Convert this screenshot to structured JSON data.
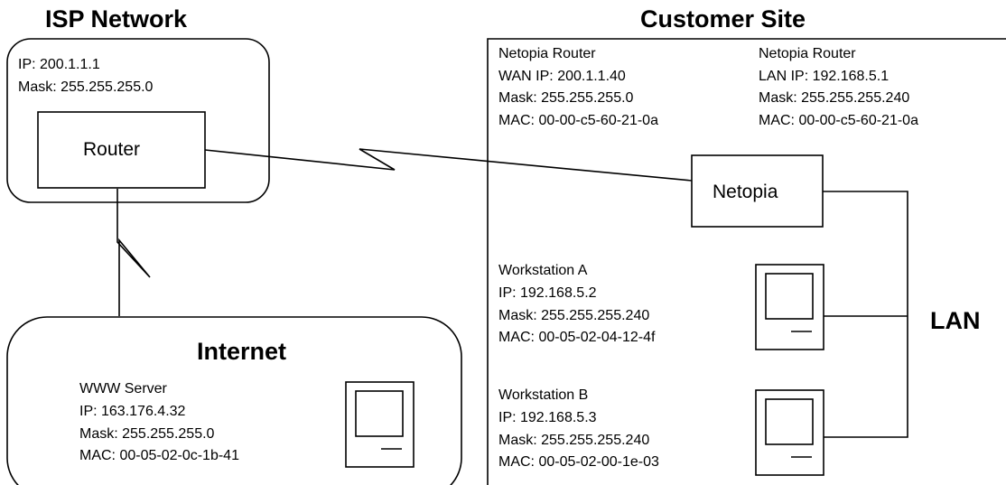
{
  "isp_network": {
    "title": "ISP Network",
    "info": [
      "IP: 200.1.1.1",
      "Mask: 255.255.255.0"
    ],
    "router_label": "Router"
  },
  "customer_site": {
    "title": "Customer Site",
    "netopia_wan": [
      "Netopia Router",
      "WAN IP: 200.1.1.40",
      "Mask: 255.255.255.0",
      "MAC: 00-00-c5-60-21-0a"
    ],
    "netopia_lan": [
      "Netopia Router",
      "LAN IP: 192.168.5.1",
      "Mask: 255.255.255.240",
      "MAC: 00-00-c5-60-21-0a"
    ],
    "netopia_label": "Netopia",
    "workstation_a": [
      "Workstation A",
      "IP: 192.168.5.2",
      "Mask: 255.255.255.240",
      "MAC: 00-05-02-04-12-4f"
    ],
    "workstation_b": [
      "Workstation B",
      "IP: 192.168.5.3",
      "Mask: 255.255.255.240",
      "MAC: 00-05-02-00-1e-03"
    ],
    "lan_label": "LAN"
  },
  "internet": {
    "title": "Internet",
    "www_server": [
      "WWW Server",
      "IP: 163.176.4.32",
      "Mask: 255.255.255.0",
      "MAC: 00-05-02-0c-1b-41"
    ]
  }
}
